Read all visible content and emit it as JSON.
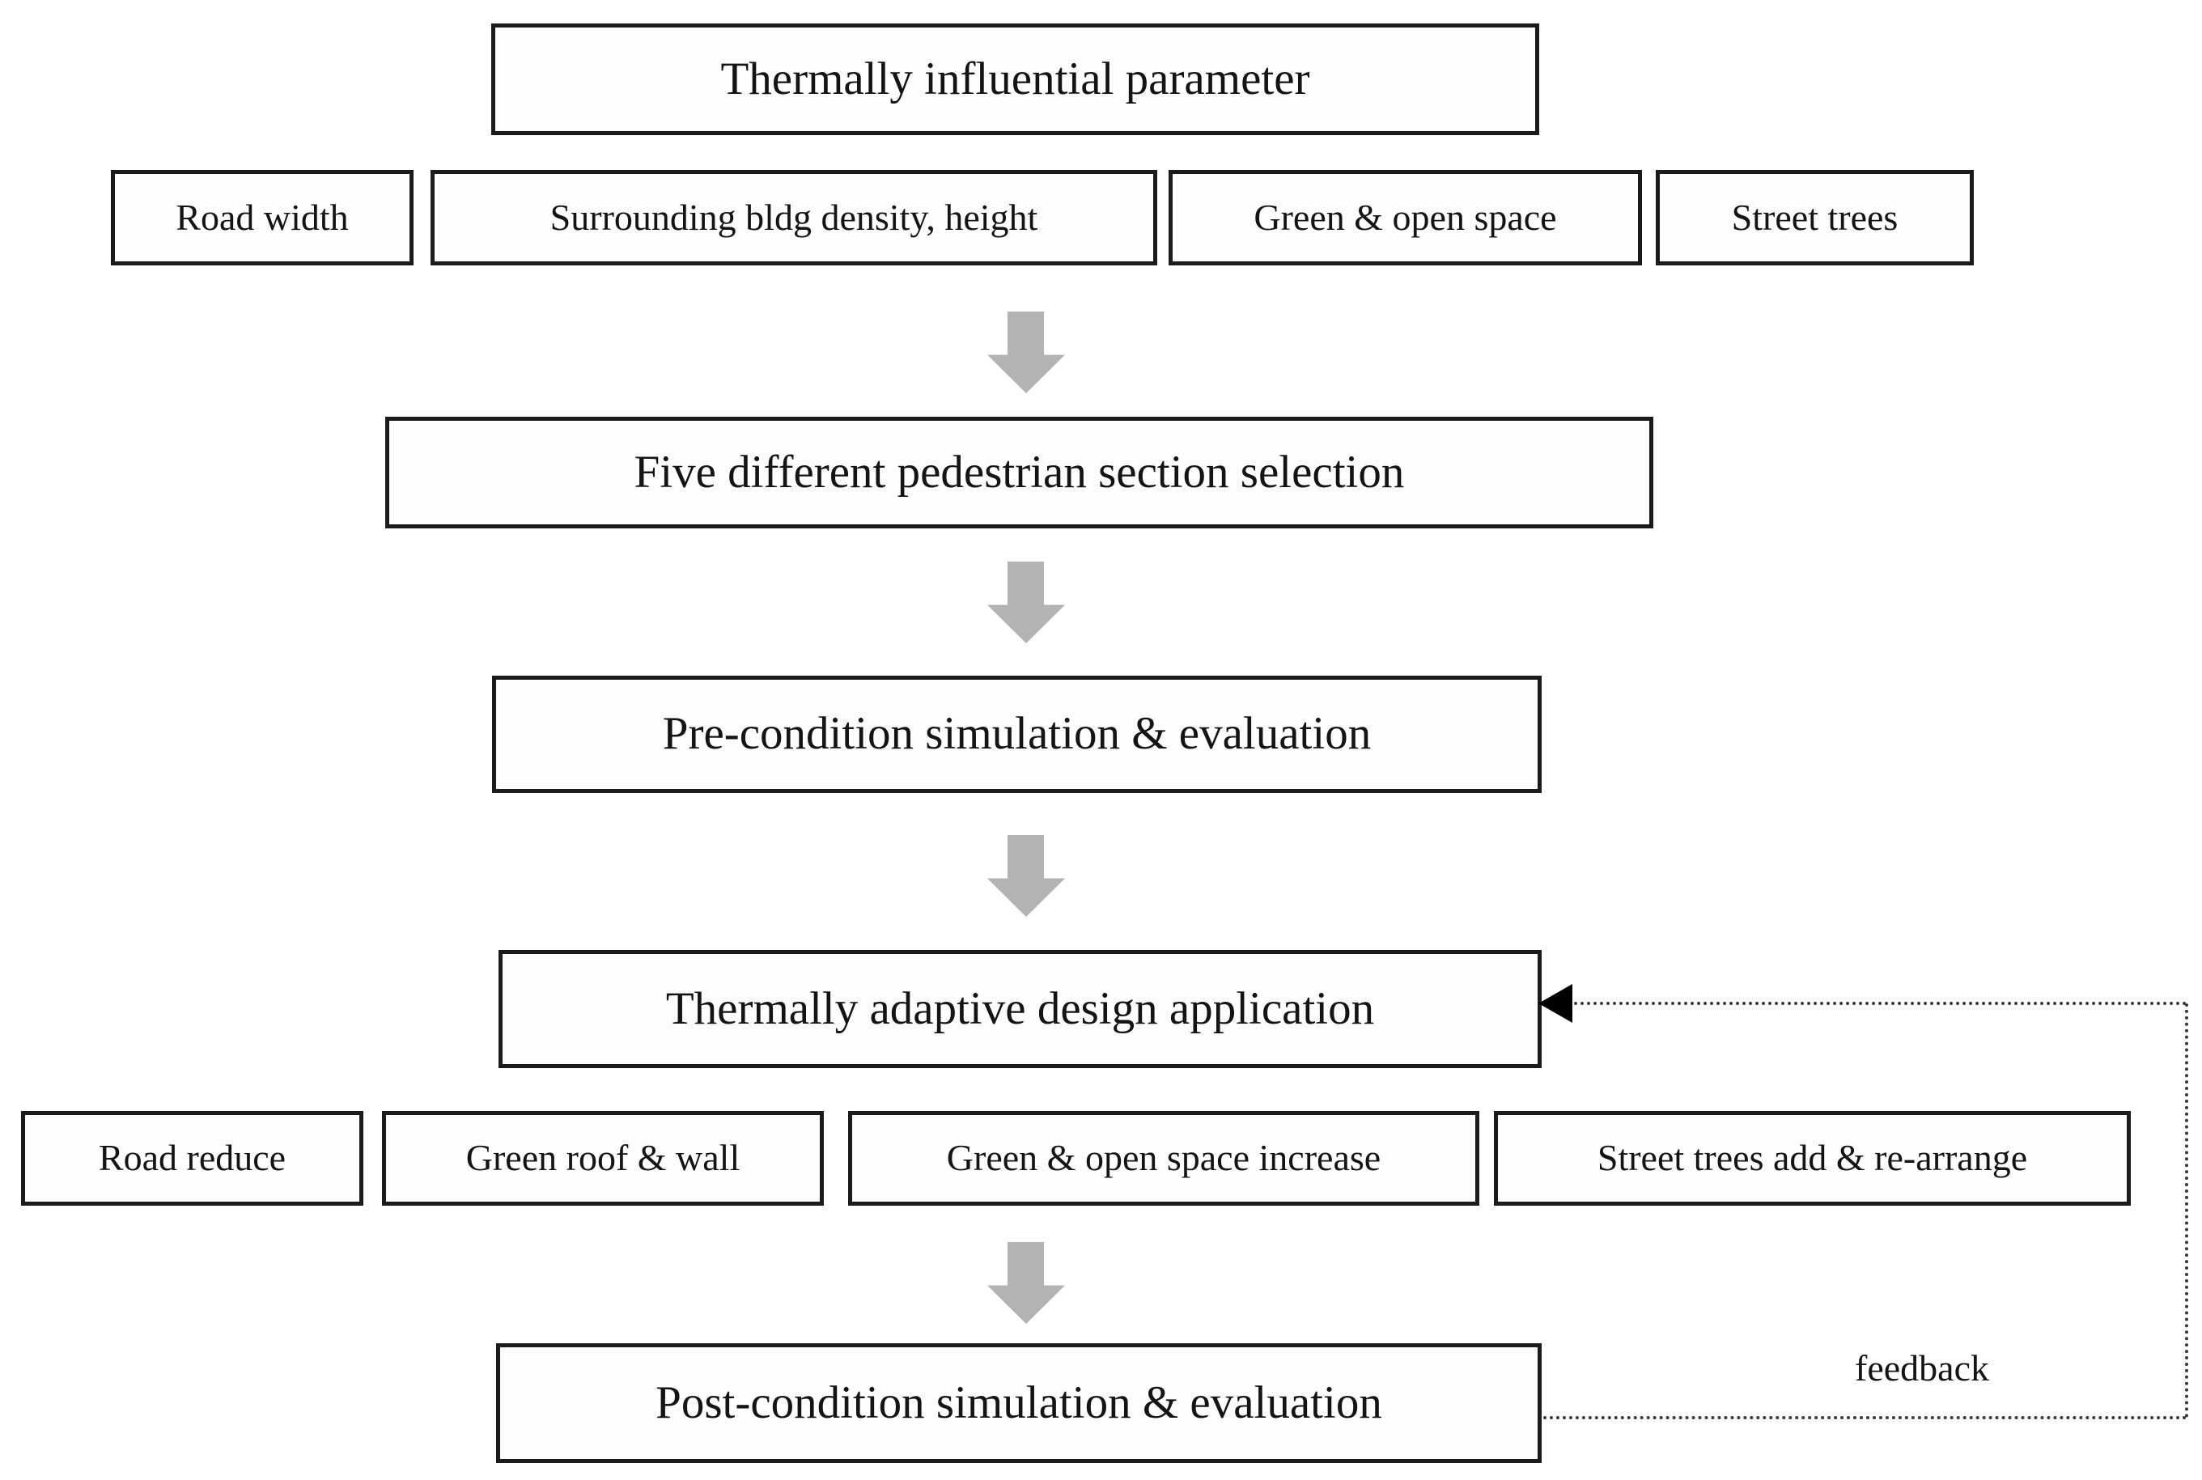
{
  "diagram": {
    "top": {
      "label": "Thermally influential parameter"
    },
    "parameters": [
      {
        "label": "Road width"
      },
      {
        "label": "Surrounding bldg density, height"
      },
      {
        "label": "Green & open space"
      },
      {
        "label": "Street trees"
      }
    ],
    "steps": [
      {
        "label": "Five different pedestrian section selection"
      },
      {
        "label": "Pre-condition simulation & evaluation"
      },
      {
        "label": "Thermally adaptive design application"
      },
      {
        "label": "Post-condition simulation & evaluation"
      }
    ],
    "applications": [
      {
        "label": "Road reduce"
      },
      {
        "label": "Green roof & wall"
      },
      {
        "label": "Green & open space increase"
      },
      {
        "label": "Street trees add & re-arrange"
      }
    ],
    "feedback": {
      "label": "feedback"
    },
    "colors": {
      "background": "#ffffff",
      "box_fill": "#fdfdfd",
      "border": "#1b1b1b",
      "arrow_gray": "#b3b3b3",
      "dotted_line": "#3a3a3a",
      "arrowhead": "#000000"
    }
  }
}
